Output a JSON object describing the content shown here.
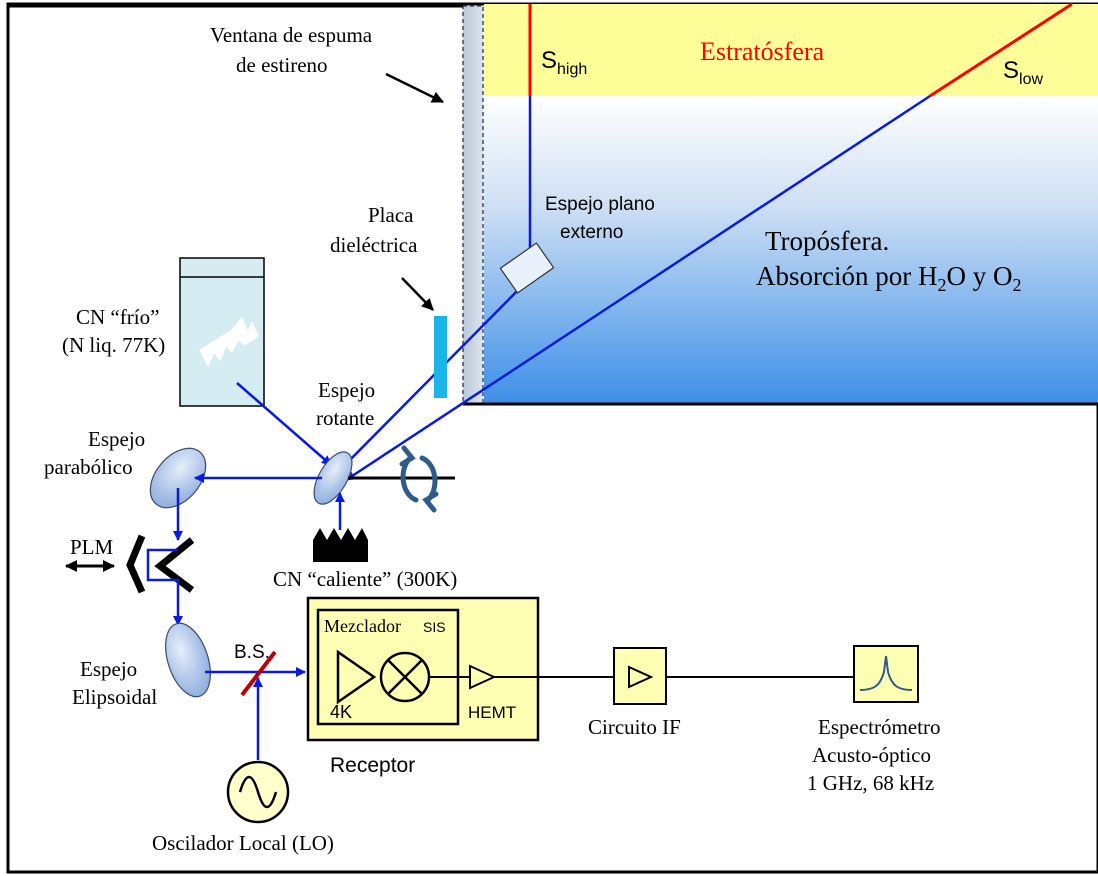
{
  "labels": {
    "window": [
      "Ventana de espuma",
      "de estireno"
    ],
    "s_high": "S",
    "s_high_sub": "high",
    "stratosphere": "Estratósfera",
    "s_low": "S",
    "s_low_sub": "low",
    "flat_mirror": [
      "Espejo plano",
      "externo"
    ],
    "troposphere": "Tropósfera.",
    "absorption_prefix": "Absorción por H",
    "absorption_sub1": "2",
    "absorption_mid": "O y O",
    "absorption_sub2": "2",
    "dielectric_plate": [
      "Placa",
      "dieléctrica"
    ],
    "cold_load": [
      "CN “frío”",
      "(N liq. 77K)"
    ],
    "rotating_mirror": [
      "Espejo",
      "rotante"
    ],
    "parabolic_mirror": [
      "Espejo",
      "parabólico"
    ],
    "plm": "PLM",
    "hot_load": "CN “caliente” (300K)",
    "ellipsoidal_mirror": [
      "Espejo",
      "Elipsoidal"
    ],
    "beam_splitter": "B.S.",
    "mixer": "Mezclador",
    "sis": "SIS",
    "four_k": "4K",
    "hemt": "HEMT",
    "receiver": "Receptor",
    "if_circuit": "Circuito IF",
    "spectrometer": [
      "Espectrómetro",
      "Acusto-óptico",
      "1 GHz, 68 kHz"
    ],
    "local_oscillator": "Oscilador Local (LO)"
  },
  "colors": {
    "beam": "#0a1ae0",
    "signal_red": "#ff0000",
    "stratosphere_bg": "#ffff99",
    "plate": "#1ab4e8",
    "receiver_bg": "#ffffb3",
    "cold_tank": "#d6ecf3",
    "mirror": "#8fb2e0",
    "rotation_arrow": "#2e5c8a"
  }
}
